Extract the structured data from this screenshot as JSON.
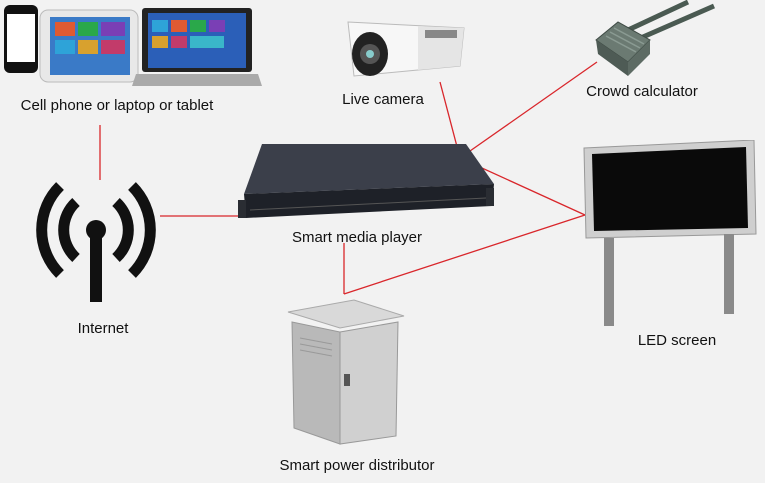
{
  "diagram": {
    "background": "#f2f2f2",
    "line_color": "#d9262b",
    "nodes": [
      {
        "id": "devices",
        "label": "Cell phone or laptop or tablet",
        "icon": "devices-icon"
      },
      {
        "id": "camera",
        "label": "Live camera",
        "icon": "camera-icon"
      },
      {
        "id": "crowd",
        "label": "Crowd calculator",
        "icon": "crowd-calculator-icon"
      },
      {
        "id": "player",
        "label": "Smart media player",
        "icon": "media-player-icon"
      },
      {
        "id": "internet",
        "label": "Internet",
        "icon": "antenna-icon"
      },
      {
        "id": "led",
        "label": "LED screen",
        "icon": "led-screen-icon"
      },
      {
        "id": "power",
        "label": "Smart power distributor",
        "icon": "power-cabinet-icon"
      }
    ],
    "edges": [
      {
        "from": "devices",
        "to": "internet"
      },
      {
        "from": "internet",
        "to": "player"
      },
      {
        "from": "camera",
        "to": "led"
      },
      {
        "from": "crowd",
        "to": "player"
      },
      {
        "from": "player",
        "to": "led"
      },
      {
        "from": "player",
        "to": "power"
      },
      {
        "from": "power",
        "to": "led"
      }
    ]
  }
}
